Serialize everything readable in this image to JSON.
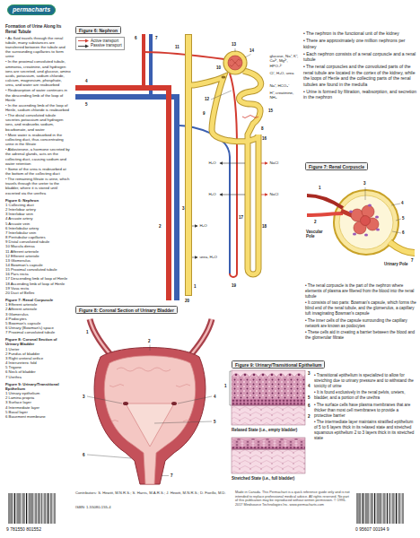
{
  "diagram": {
    "nodes": [
      {
        "text": [
          "permacharts"
        ]
      },
      {
        "text": [
          "Figure 6: Nephron"
        ]
      },
      {
        "text": [
          "Figure 7: Renal Corpuscle"
        ]
      },
      {
        "text": [
          "Figure 8: Coronal Section of Urinary Bladder"
        ]
      },
      {
        "text": [
          "Figure 9: Urinary/Transitional Epithelium"
        ]
      }
    ],
    "labels": [
      "Formation of Urine Along Its Renal Tubule",
      "• As fluid travels through the renal tubule, many substances are transferred between the tubule and the surrounding capillaries to form urine",
      "• In the proximal convoluted tubule, ammonia, creatinine, and hydrogen ions are secreted, and glucose, amino acids, potassium, sodium chloride, calcium, magnesium, phosphate, urea, and water are reabsorbed",
      "• Reabsorption of water continues in the descending limb of the loop of Henle",
      "• In the ascending limb of the loop of Henle, sodium chloride is reabsorbed",
      "• The distal convoluted tubule secretes potassium and hydrogen ions, and reabsorbs sodium, bicarbonate, and water",
      "• More water is reabsorbed in the collecting duct, thus concentrating urine in the filtrate",
      "• Aldosterone, a hormone secreted by the adrenal glands, acts on the collecting duct, causing sodium and water retention",
      "• Some of the urea is reabsorbed at the bottom of the collecting duct",
      "• The remaining filtrate is urine, which travels through the ureter to the bladder, where it is stored until excreted via the urethra",
      "Figure 6: Nephron",
      "1 Collecting duct",
      "2 Interlobar artery",
      "3 Interlobar vein",
      "4 Arcuate artery",
      "5 Arcuate vein",
      "6 Interlobular artery",
      "7 Interlobular vein",
      "8 Peritubular capillaries",
      "9 Distal convoluted tubule",
      "10 Macula densa",
      "11 Afferent arteriole",
      "12 Efferent arteriole",
      "13 Glomerulus",
      "14 Bowman's capsule",
      "15 Proximal convoluted tubule",
      "16 Pars recta",
      "17 Descending limb of loop of Henle",
      "18 Ascending limb of loop of Henle",
      "19 Vasa recta",
      "20 Duct of Bellini",
      "Figure 7: Renal Corpuscle",
      "1 Efferent arteriole",
      "2 Afferent arteriole",
      "3 Glomerulus",
      "4 Podocytes",
      "5 Bowman's capsule",
      "6 Urinary (Bowman's) space",
      "7 Proximal convoluted tubule",
      "Figure 8: Coronal Section of Urinary Bladder",
      "1 Ureter",
      "2 Fundus of bladder",
      "3 Right ureteral orifice",
      "4 Interureteric fold",
      "5 Trigone",
      "6 Neck of bladder",
      "7 Urethra",
      "Figure 9: Urinary/Transitional Epithelium",
      "1 Urinary epithelium",
      "2 Lamina propria",
      "3 Surface layer",
      "4 Intermediate layer",
      "5 Basal layer",
      "6 Basement membrane",
      "• The nephron is the functional unit of the kidney",
      "• There are approximately one million nephrons per kidney",
      "• Each nephron consists of a renal corpuscle and a renal tubule",
      "• The renal corpuscles and the convoluted parts of the renal tubule are located in the cortex of the kidney, while the loops of Henle and the collecting parts of the renal tubules are found in the medulla",
      "• Urine is formed by filtration, reabsorption, and secretion in the nephron",
      "• The renal corpuscle is the part of the nephron where elements of plasma are filtered from the blood into the renal tubule",
      "• It consists of two parts: Bowman's capsule, which forms the blind end of the renal tubule, and the glomerulus, a capillary tuft invaginating Bowman's capsule",
      "• The inner cells of the capsule surrounding the capillary network are known as podocytes",
      "• These cells aid in creating a barrier between the blood and the glomerular filtrate",
      "• Transitional epithelium is specialized to allow for stretching due to urinary pressure and to withstand the toxicity of urine",
      "• It is found exclusively in the renal pelvis, ureters, bladder, and a portion of the urethra",
      "• The surface cells have plasma membranes that are thicker than most cell membranes to provide a protective barrier",
      "• The intermediate layer maintains stratified epithelium of 5 to 6 layers thick in its relaxed state and stretched squamous epithelium 2 to 3 layers thick in its stretched state",
      "glucose, Na⁺, K⁺, Ca²⁺, Mg²⁺, HPO₄²⁻",
      "Cl⁻, H₂O, urea",
      "Na⁺, HCO₃⁻",
      "H⁺, creatinine, NH₃",
      "H₂O",
      "H₂O",
      "NaCl",
      "NaCl",
      "H₂O",
      "urea, H₂O",
      "1",
      "2",
      "3",
      "4",
      "5",
      "6",
      "7",
      "8",
      "9",
      "10",
      "11",
      "12",
      "13",
      "14",
      "15",
      "16",
      "17",
      "18",
      "19",
      "20",
      "Vascular Pole",
      "Urinary Pole",
      "1",
      "2",
      "3",
      "4",
      "5",
      "6",
      "7",
      "1",
      "2",
      "3",
      "4",
      "5",
      "6",
      "7",
      "1",
      "2",
      "3",
      "4",
      "5",
      "6",
      "Relaxed State (i.e., empty bladder)",
      "Stretched State (i.e., full bladder)",
      "9 781550 801552",
      "Contributors: S. Hewitt, M.N.R.S.; S. Harris, M.A.R.S.; J. Hewitt, M.N.R.S.; D. Fiorillo, M.D.",
      "ISBN: 1-55080-155-4",
      "Made in Canada. This Permachart is a quick reference guide only and is not intended to replace professional medical advice. All rights reserved. No part of this publication may be reproduced without written permission. © 1996-2017 Mindsource Technologies Inc. www.permacharts.com",
      "0 95607 00194 9"
    ],
    "legend": [
      {
        "text": "Active transport"
      },
      {
        "text": "Passive transport"
      }
    ]
  }
}
